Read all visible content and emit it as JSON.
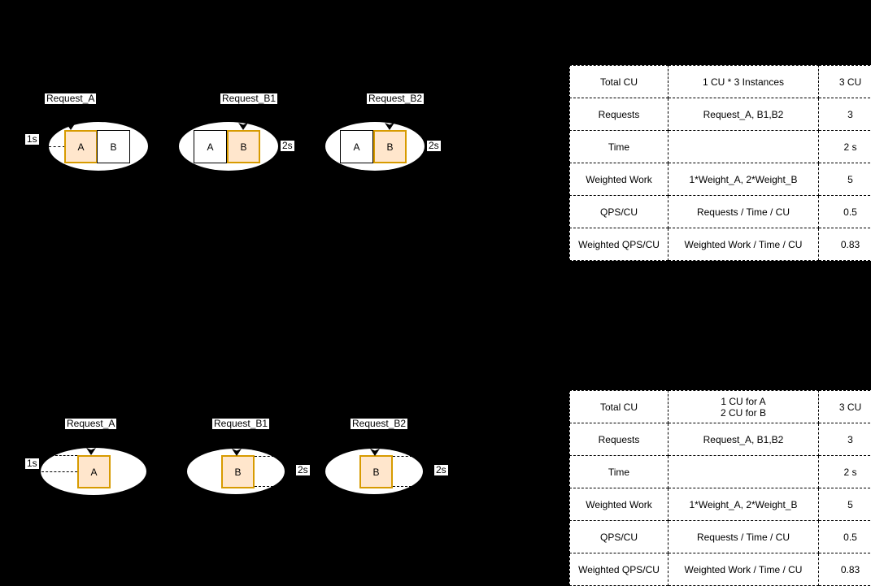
{
  "colors": {
    "background": "#000000",
    "surface": "#ffffff",
    "active_box_fill": "#FFE6CC",
    "active_box_stroke": "#D79B00",
    "text": "#000000"
  },
  "scenario_top": {
    "instances": [
      {
        "label": "Request_A",
        "time": "1s",
        "time_side": "left",
        "boxes": [
          {
            "name": "A",
            "active": true
          },
          {
            "name": "B",
            "active": false
          }
        ],
        "arrow_target": "A"
      },
      {
        "label": "Request_B1",
        "time": "2s",
        "time_side": "right",
        "boxes": [
          {
            "name": "A",
            "active": false
          },
          {
            "name": "B",
            "active": true
          }
        ],
        "arrow_target": "B"
      },
      {
        "label": "Request_B2",
        "time": "2s",
        "time_side": "right",
        "boxes": [
          {
            "name": "A",
            "active": false
          },
          {
            "name": "B",
            "active": true
          }
        ],
        "arrow_target": "B"
      }
    ],
    "table": {
      "rows": [
        {
          "metric": "Total CU",
          "formula": "1 CU * 3 Instances",
          "value": "3 CU"
        },
        {
          "metric": "Requests",
          "formula": "Request_A, B1,B2",
          "value": "3"
        },
        {
          "metric": "Time",
          "formula": "",
          "value": "2 s"
        },
        {
          "metric": "Weighted Work",
          "formula": "1*Weight_A, 2*Weight_B",
          "value": "5"
        },
        {
          "metric": "QPS/CU",
          "formula": "Requests / Time / CU",
          "value": "0.5"
        },
        {
          "metric": "Weighted QPS/CU",
          "formula": "Weighted Work / Time / CU",
          "value": "0.83"
        }
      ]
    }
  },
  "scenario_bottom": {
    "instances": [
      {
        "label": "Request_A",
        "time": "1s",
        "time_side": "left",
        "boxes": [
          {
            "name": "A",
            "active": true
          }
        ],
        "arrow_target": "A"
      },
      {
        "label": "Request_B1",
        "time": "2s",
        "time_side": "right",
        "boxes": [
          {
            "name": "B",
            "active": true
          }
        ],
        "arrow_target": "B"
      },
      {
        "label": "Request_B2",
        "time": "2s",
        "time_side": "right",
        "boxes": [
          {
            "name": "B",
            "active": true
          }
        ],
        "arrow_target": "B"
      }
    ],
    "table": {
      "rows": [
        {
          "metric": "Total CU",
          "formula": "1 CU for A\n2 CU for B",
          "value": "3 CU"
        },
        {
          "metric": "Requests",
          "formula": "Request_A, B1,B2",
          "value": "3"
        },
        {
          "metric": "Time",
          "formula": "",
          "value": "2 s"
        },
        {
          "metric": "Weighted Work",
          "formula": "1*Weight_A, 2*Weight_B",
          "value": "5"
        },
        {
          "metric": "QPS/CU",
          "formula": "Requests / Time / CU",
          "value": "0.5"
        },
        {
          "metric": "Weighted QPS/CU",
          "formula": "Weighted Work / Time / CU",
          "value": "0.83"
        }
      ]
    }
  }
}
